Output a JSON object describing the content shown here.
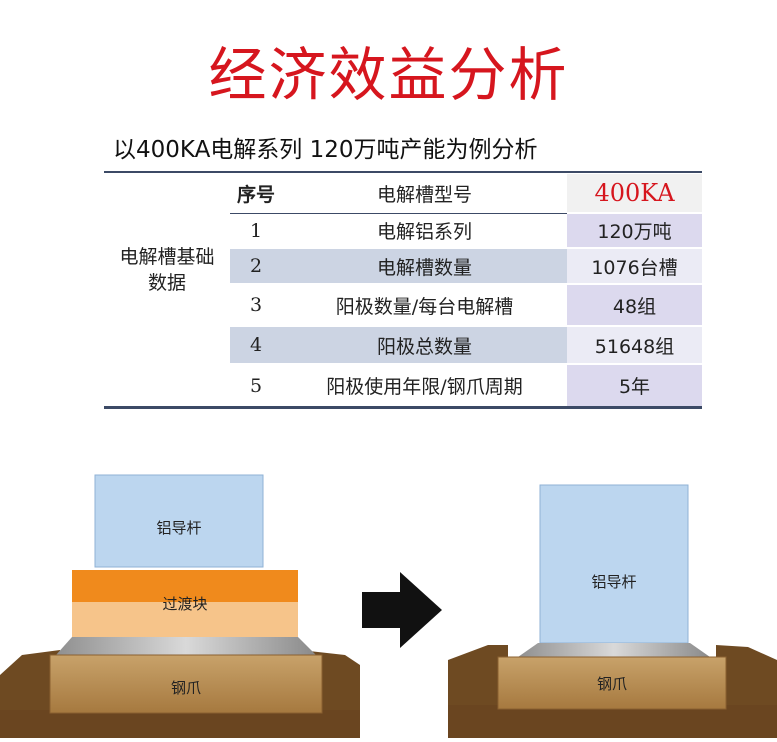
{
  "title": "经济效益分析",
  "subtitle": "以400KA电解系列 120万吨产能为例分析",
  "table": {
    "header": {
      "index": "序号",
      "name": "电解槽型号",
      "value": "400KA"
    },
    "group_label_line1": "电解槽基础",
    "group_label_line2": "数据",
    "rows": [
      {
        "index": "1",
        "name": "电解铝系列",
        "value": "120万吨"
      },
      {
        "index": "2",
        "name": "电解槽数量",
        "value": "1076台槽"
      },
      {
        "index": "3",
        "name": "阳极数量/每台电解槽",
        "value": "48组"
      },
      {
        "index": "4",
        "name": "阳极总数量",
        "value": "51648组"
      },
      {
        "index": "5",
        "name": "阳极使用年限/钢爪周期",
        "value": "5年"
      }
    ]
  },
  "illustration": {
    "left": {
      "rod": "铝导杆",
      "transition": "过渡块",
      "claw": "钢爪"
    },
    "right": {
      "rod": "铝导杆",
      "claw": "钢爪"
    }
  }
}
